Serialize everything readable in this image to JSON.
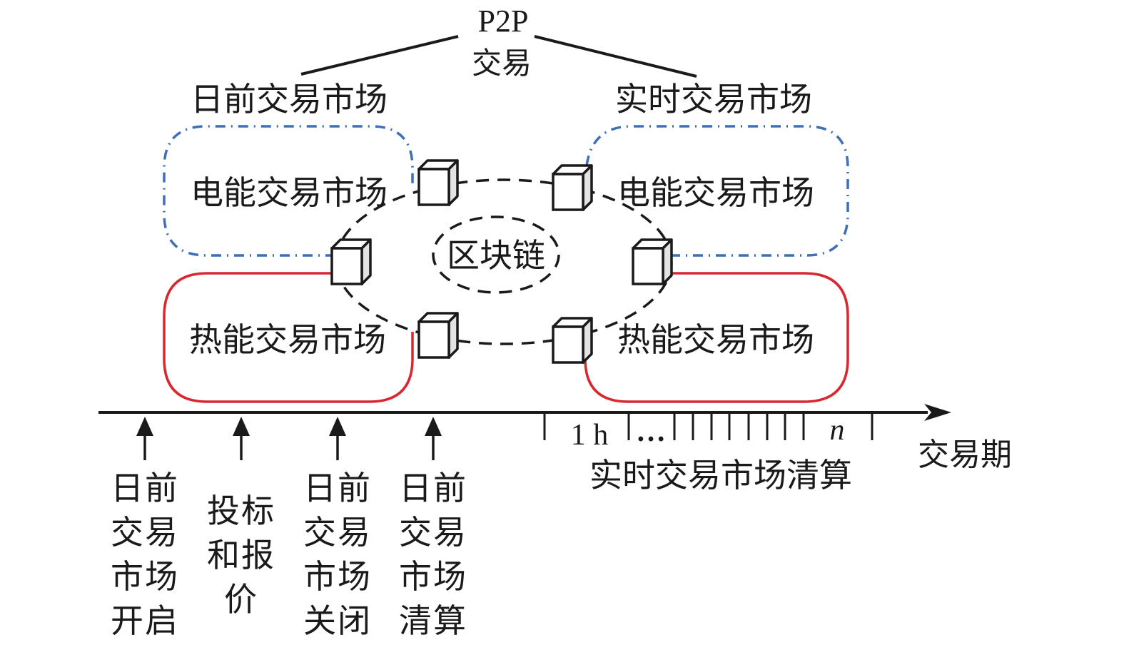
{
  "title": {
    "line1": "P2P",
    "line2": "交易"
  },
  "markets": {
    "day_ahead": {
      "header": "日前交易市场",
      "electric": "电能交易市场",
      "thermal": "热能交易市场"
    },
    "real_time": {
      "header": "实时交易市场",
      "electric": "电能交易市场",
      "thermal": "热能交易市场"
    }
  },
  "blockchain": {
    "label": "区块链",
    "node_count": 6
  },
  "timeline": {
    "axis_label": "交易期",
    "events": [
      {
        "lines": [
          "日前",
          "交易",
          "市场",
          "开启"
        ]
      },
      {
        "lines": [
          "投标",
          "和报",
          "价"
        ]
      },
      {
        "lines": [
          "日前",
          "交易",
          "市场",
          "关闭"
        ]
      },
      {
        "lines": [
          "日前",
          "交易",
          "市场",
          "清算"
        ]
      }
    ],
    "realtime_segment": {
      "first_interval": "1 h",
      "ellipsis": "…",
      "last_interval": "n",
      "label": "实时交易市场清算"
    }
  },
  "colors": {
    "electric_border": "#3f6fb5",
    "thermal_border": "#d7282f",
    "line": "#1a1a1a",
    "cube_side": "#e3e3e3"
  }
}
